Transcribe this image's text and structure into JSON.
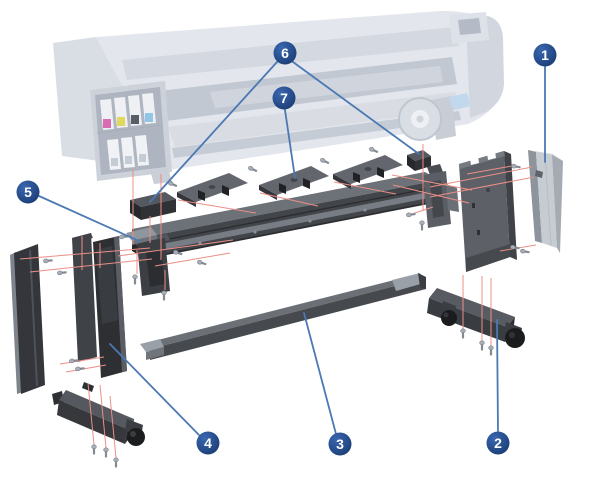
{
  "diagram": {
    "type": "exploded-assembly-diagram",
    "subject": "large-format-printer-stand",
    "background_color": "#ffffff",
    "callouts": [
      {
        "number": "1",
        "target_part": "right-leg-cover-plate"
      },
      {
        "number": "2",
        "target_part": "right-foot-with-casters"
      },
      {
        "number": "3",
        "target_part": "cross-brace"
      },
      {
        "number": "4",
        "target_part": "left-leg"
      },
      {
        "number": "5",
        "target_part": "trestle-end-bracket"
      },
      {
        "number": "6",
        "target_part": "printer-support-blocks"
      },
      {
        "number": "7",
        "target_part": "printer-support-plate"
      }
    ],
    "colors": {
      "callout_fill": "#1c4181",
      "callout_text": "#ffffff",
      "leader_line": "#4b79b3",
      "alignment_line": "#ec8f87",
      "part_dark": "#3a3c41",
      "part_mid": "#5d6167",
      "part_light": "#c7ccd2",
      "ghost_printer": "#e3e6ec"
    },
    "ink_cartridge_colors": [
      "#da6cb4",
      "#e2d85c",
      "#585d66",
      "#92c6e6"
    ]
  }
}
